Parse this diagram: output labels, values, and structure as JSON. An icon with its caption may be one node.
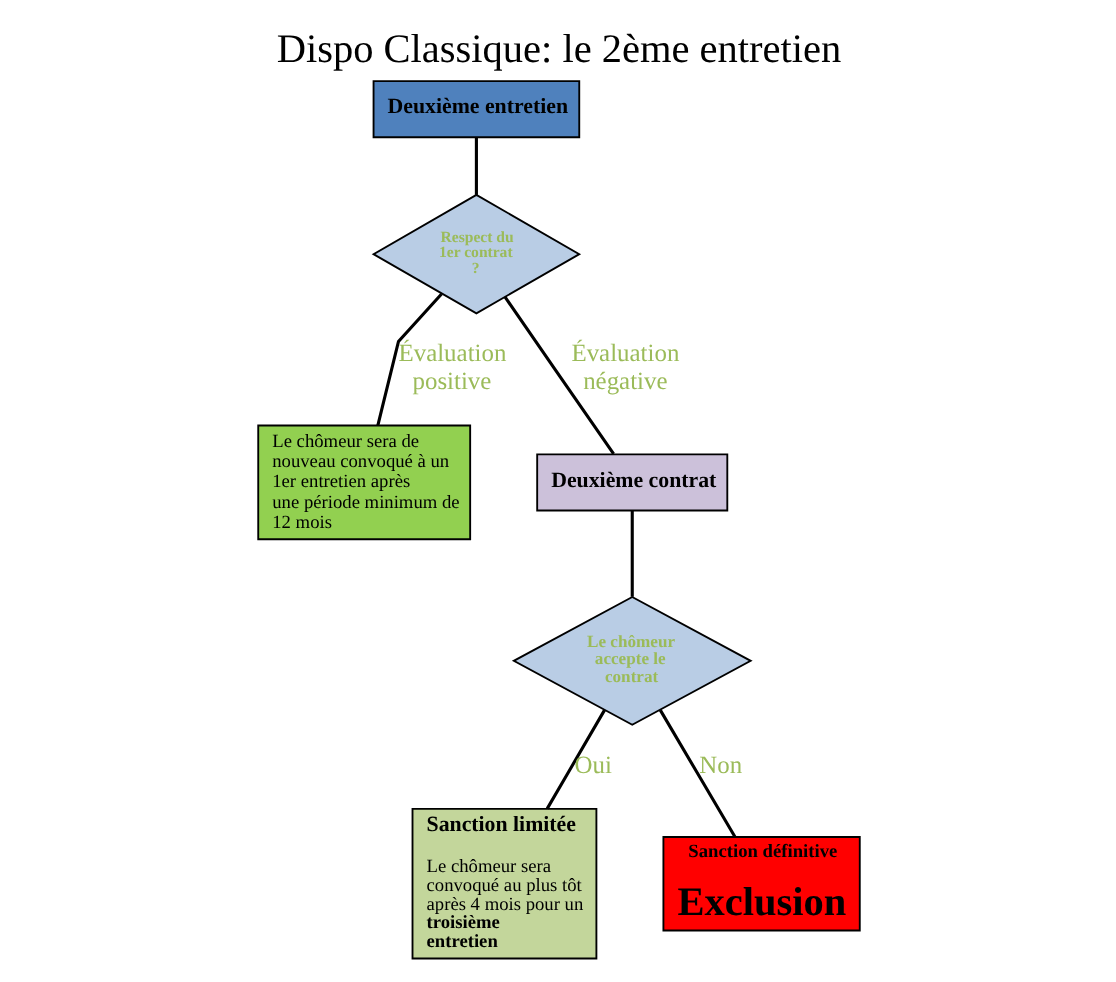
{
  "diagram": {
    "title": "Dispo Classique: le 2ème entretien",
    "nodes": [
      {
        "text": [
          "Deuxième entretien"
        ]
      },
      {
        "text": [
          "Respect du 1er contrat ?"
        ]
      },
      {
        "text": [
          "Le chômeur sera de nouveau convoqué à un 1er entretien après une période minimum de 12 mois"
        ]
      },
      {
        "text": [
          "Deuxième contrat"
        ]
      },
      {
        "text": [
          "Le chômeur accepte le contrat"
        ]
      },
      {
        "text": [
          "Sanction limitée",
          "Le chômeur sera convoqué au plus tôt après 4 mois pour un **troisième entretien**"
        ]
      },
      {
        "text": [
          "Sanction définitive",
          "Exclusion"
        ]
      }
    ],
    "edges": [
      {
        "from": 0,
        "to": 1,
        "arrow": "none"
      },
      {
        "from": 1,
        "to": 2,
        "arrow": "none",
        "label": "Évaluation positive"
      },
      {
        "from": 1,
        "to": 3,
        "arrow": "none",
        "label": "Évaluation négative"
      },
      {
        "from": 3,
        "to": 4,
        "arrow": "none"
      },
      {
        "from": 4,
        "to": 5,
        "arrow": "none",
        "label": "Oui"
      },
      {
        "from": 4,
        "to": 6,
        "arrow": "none",
        "label": "Non"
      }
    ]
  }
}
